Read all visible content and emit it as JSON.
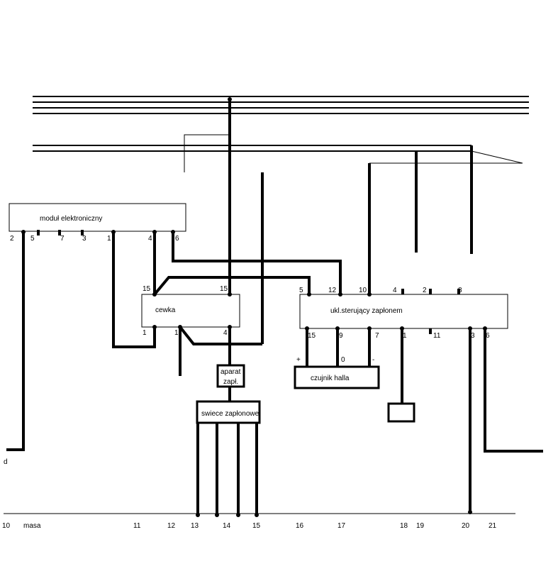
{
  "blocks": {
    "modul": "moduł elektroniczny",
    "cewka": "cewka",
    "ukl": "ukl.sterujący zapłonem",
    "hall": "czujnik halla",
    "aparat_1": "aparat",
    "aparat_2": "zapł.",
    "swiece": "swiece zapłonowe"
  },
  "pins": {
    "modul": [
      "2",
      "5",
      "7",
      "3",
      "1",
      "4",
      "6"
    ],
    "cewka_top_left": "15",
    "cewka_top_right": "15",
    "cewka_bottom": [
      "1",
      "1",
      "4"
    ],
    "ukl_top": [
      "5",
      "12",
      "10",
      "4",
      "2",
      "8"
    ],
    "ukl_bottom": [
      "15",
      "9",
      "7",
      "1",
      "11",
      "3",
      "6"
    ],
    "hall_signs": [
      "+",
      "0",
      "-"
    ]
  },
  "bottom_terminals": [
    "10",
    "masa",
    "11",
    "12",
    "13",
    "14",
    "15",
    "16",
    "17",
    "18",
    "19",
    "20",
    "21"
  ],
  "left_d": "d"
}
